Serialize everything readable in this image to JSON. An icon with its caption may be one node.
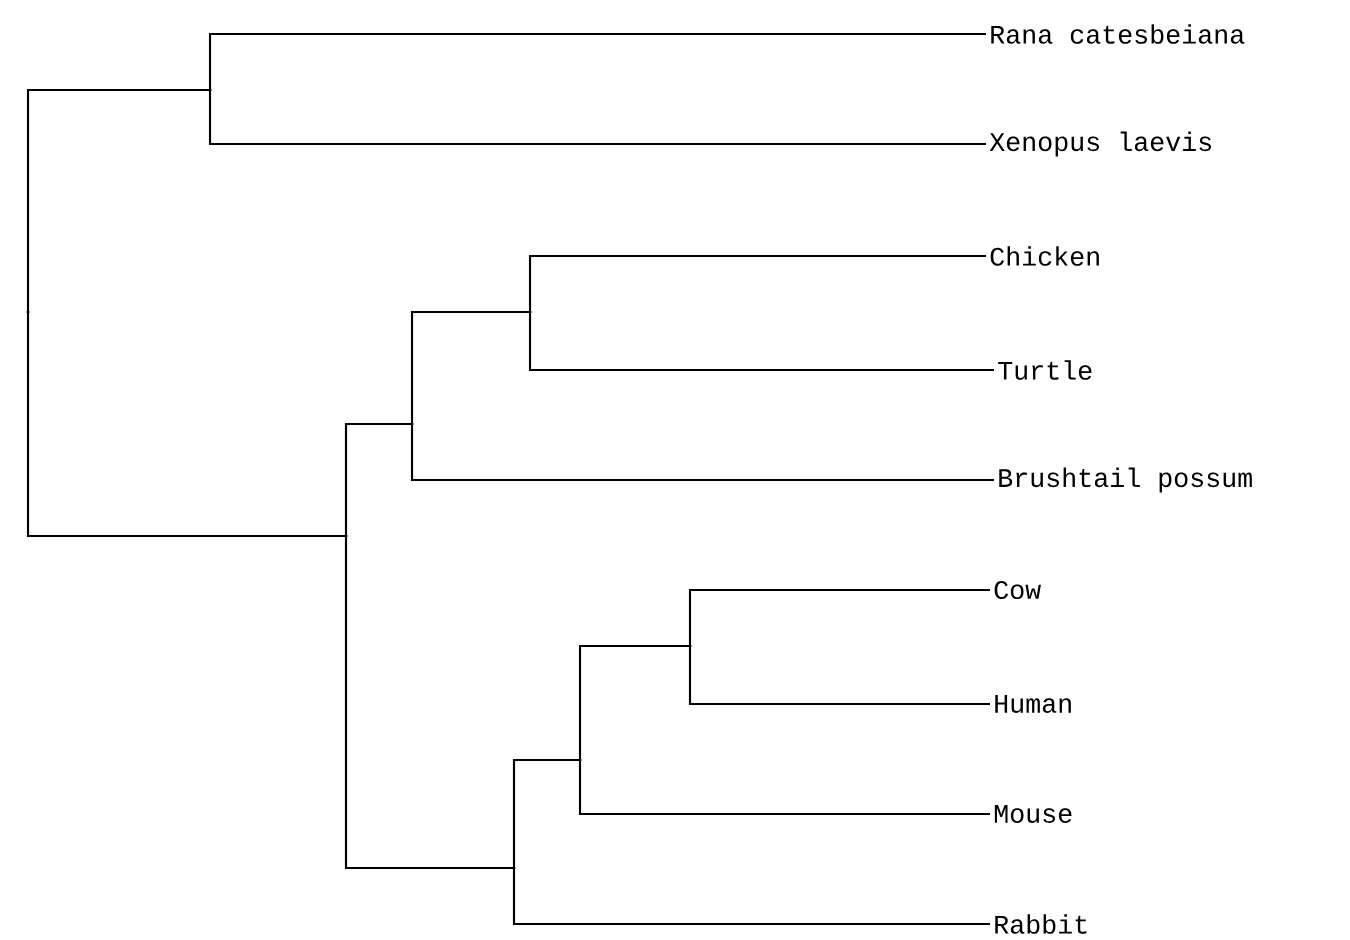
{
  "diagram": {
    "nodes": [
      {
        "text": [],
        "shape": "point"
      },
      {
        "text": [],
        "shape": "point"
      },
      {
        "text": [
          "Rana catesbeiana"
        ]
      },
      {
        "text": [
          "Xenopus laevis"
        ]
      },
      {
        "text": [],
        "shape": "point"
      },
      {
        "text": [],
        "shape": "point"
      },
      {
        "text": [],
        "shape": "point"
      },
      {
        "text": [
          "Chicken"
        ]
      },
      {
        "text": [
          "Turtle"
        ]
      },
      {
        "text": [
          "Brushtail possum"
        ]
      },
      {
        "text": [],
        "shape": "point"
      },
      {
        "text": [],
        "shape": "point"
      },
      {
        "text": [],
        "shape": "point"
      },
      {
        "text": [
          "Cow"
        ]
      },
      {
        "text": [
          "Human"
        ]
      },
      {
        "text": [
          "Mouse"
        ]
      },
      {
        "text": [
          "Rabbit"
        ]
      }
    ],
    "edges": [
      {
        "from": 0,
        "to": 1,
        "arrow": "none"
      },
      {
        "from": 1,
        "to": 2,
        "arrow": "none"
      },
      {
        "from": 1,
        "to": 3,
        "arrow": "none"
      },
      {
        "from": 0,
        "to": 4,
        "arrow": "none"
      },
      {
        "from": 4,
        "to": 5,
        "arrow": "none"
      },
      {
        "from": 5,
        "to": 6,
        "arrow": "none"
      },
      {
        "from": 6,
        "to": 7,
        "arrow": "none"
      },
      {
        "from": 6,
        "to": 8,
        "arrow": "none"
      },
      {
        "from": 5,
        "to": 9,
        "arrow": "none"
      },
      {
        "from": 4,
        "to": 10,
        "arrow": "none"
      },
      {
        "from": 10,
        "to": 11,
        "arrow": "none"
      },
      {
        "from": 11,
        "to": 12,
        "arrow": "none"
      },
      {
        "from": 12,
        "to": 13,
        "arrow": "none"
      },
      {
        "from": 12,
        "to": 14,
        "arrow": "none"
      },
      {
        "from": 11,
        "to": 15,
        "arrow": "none"
      },
      {
        "from": 10,
        "to": 16,
        "arrow": "none"
      }
    ]
  }
}
